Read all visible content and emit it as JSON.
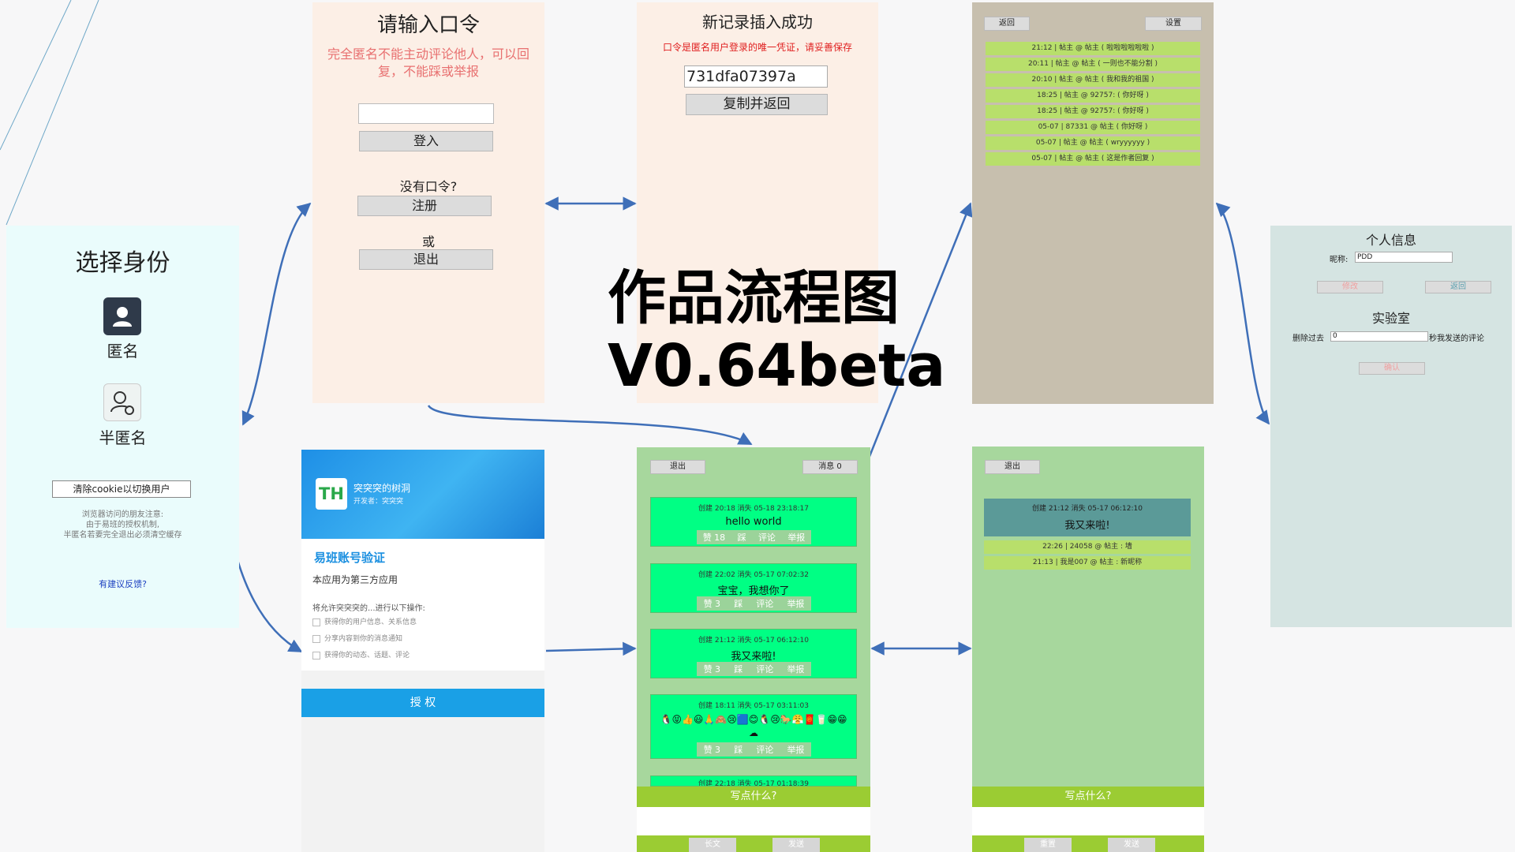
{
  "title": {
    "line1": "作品流程图",
    "line2": "V0.64beta"
  },
  "identity": {
    "heading": "选择身份",
    "anon_label": "匿名",
    "semi_label": "半匿名",
    "clear_button": "清除cookie以切换用户",
    "notice": [
      "浏览器访问的朋友注意:",
      "由于易班的授权机制,",
      "半匿名若要完全退出必须清空缓存"
    ],
    "feedback_link": "有建议反馈?"
  },
  "login": {
    "heading": "请输入口令",
    "warning": [
      "完全匿名不能主动评论他人，可以回",
      "复，不能踩或举报"
    ],
    "login_button": "登入",
    "no_code": "没有口令?",
    "register_button": "注册",
    "or_text": "或",
    "exit_button": "退出"
  },
  "new_record": {
    "heading": "新记录插入成功",
    "warning": "口令是匿名用户登录的唯一凭证，请妥善保存",
    "code_value": "731dfa07397a",
    "copy_button": "复制并返回"
  },
  "messages": {
    "back_button": "返回",
    "settings_button": "设置",
    "rows": [
      "21:12 | 帖主 @ 帖主 ( 啦啦啦啦啦啦 )",
      "20:11 | 帖主 @ 帖主 ( 一则也不能分割 )",
      "20:10 | 帖主 @ 帖主 ( 我和我的祖国 )",
      "18:25 | 帖主 @ 92757: ( 你好呀 )",
      "18:25 | 帖主 @ 92757: ( 你好呀 )",
      "05-07 | 87331 @ 帖主 ( 你好呀 )",
      "05-07 | 帖主 @ 帖主 ( wryyyyyy )",
      "05-07 | 帖主 @ 帖主 ( 这是作者回复 )"
    ]
  },
  "info": {
    "heading": "个人信息",
    "nickname_label": "昵称:",
    "nickname_value": "PDD",
    "modify_button": "修改",
    "back_button": "返回",
    "lab_heading": "实验室",
    "delete_prefix": "删除过去",
    "delete_value": "0",
    "delete_suffix": "秒我发送的评论",
    "confirm_button": "确认"
  },
  "yiban": {
    "app_icon": "TH",
    "app_name": "突突突的树洞",
    "developer": "开发者：突突突",
    "section_title": "易班账号验证",
    "third_party": "本应用为第三方应用",
    "permission_intro": "将允许突突突的...进行以下操作:",
    "permissions": [
      "获得你的用户信息、关系信息",
      "分享内容到你的消息通知",
      "获得你的动态、话题、评论"
    ],
    "authorize_button": "授 权"
  },
  "feed": {
    "exit_button": "退出",
    "messages_button": "消息 0",
    "posts": [
      {
        "meta": "创建 20:18     消失 05-18 23:18:17",
        "body": "hello world",
        "likes": "赞 18"
      },
      {
        "meta": "创建 22:02     消失 05-17 07:02:32",
        "body": "宝宝，我想你了",
        "likes": "赞 3"
      },
      {
        "meta": "创建 21:12     消失 05-17 06:12:10",
        "body": "我又来啦!",
        "likes": "赞 3"
      },
      {
        "meta": "创建 18:11     消失 05-17 03:11:03",
        "body": "🐧😝👍😃🙏🙈😢🟦😊🐧😢🐎😤🧧🥛😁😁☁",
        "likes": "赞 3"
      }
    ],
    "partial_meta": "创建 22:18     消失 05-17 01:18:39",
    "dislike": "踩",
    "comment": "评论",
    "report": "举报",
    "write_prompt": "写点什么?",
    "long_button": "长文",
    "send_button": "发送"
  },
  "detail": {
    "exit_button": "退出",
    "post_meta": "创建 21:12     消失 05-17 06:12:10",
    "post_body": "我又来啦!",
    "comments": [
      "22:26 | 24058 @ 帖主 : 墙",
      "21:13 | 我是007 @ 帖主 : 新昵称"
    ],
    "write_prompt": "写点什么?",
    "reset_button": "重置",
    "send_button": "发送"
  },
  "colors": {
    "arrow": "#3f6fb8",
    "feed_bg": "#a7d79d",
    "post_bg": "#00ff84",
    "msg_row": "#b8df6b",
    "login_bg": "#fcefe6",
    "yiban_blue": "#1aa0e6"
  }
}
